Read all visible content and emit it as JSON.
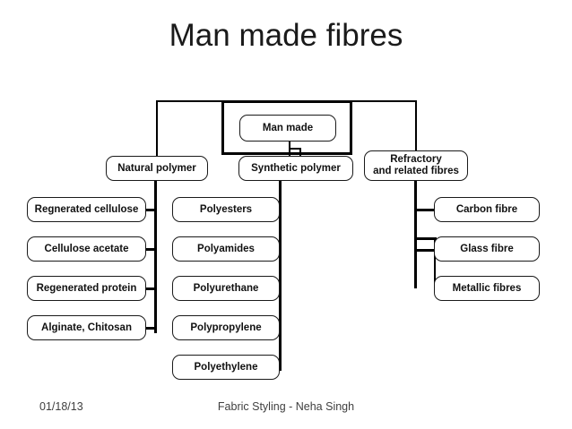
{
  "slide": {
    "title": "Man made fibres",
    "footer": {
      "date": "01/18/13",
      "center": "Fabric Styling - Neha Singh"
    }
  },
  "diagram": {
    "type": "hierarchy-tree",
    "root": {
      "label": "Man made"
    },
    "level2": [
      {
        "label": "Natural polymer"
      },
      {
        "label": "Synthetic polymer"
      },
      {
        "label_line1": "Refractory",
        "label_line2": "and related fibres"
      }
    ],
    "natural_polymer_children": [
      {
        "label": "Regnerated cellulose"
      },
      {
        "label": "Cellulose acetate"
      },
      {
        "label": "Regenerated protein"
      },
      {
        "label": "Alginate, Chitosan"
      }
    ],
    "synthetic_polymer_children": [
      {
        "label": "Polyesters"
      },
      {
        "label": "Polyamides"
      },
      {
        "label": "Polyurethane"
      },
      {
        "label": "Polypropylene"
      },
      {
        "label": "Polyethylene"
      }
    ],
    "refractory_children": [
      {
        "label": "Carbon fibre"
      },
      {
        "label": "Glass fibre"
      },
      {
        "label": "Metallic fibres"
      }
    ],
    "colors": {
      "line": "#000000",
      "box_border": "#1a1a1a",
      "box_fill": "#ffffff",
      "text": "#111111",
      "title_text": "#1a1a1a",
      "footer_text": "#3f3f3f"
    }
  }
}
